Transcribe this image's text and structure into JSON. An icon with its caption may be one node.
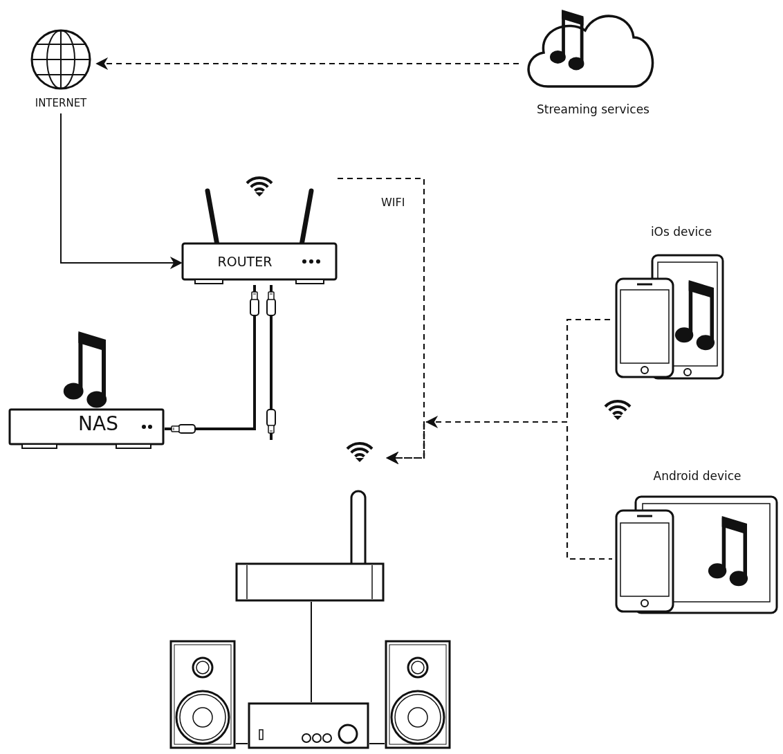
{
  "diagram": {
    "nodes": [
      {
        "text": [
          "INTERNET"
        ]
      },
      {
        "text": [
          "Streaming services"
        ]
      },
      {
        "text": [
          "ROUTER"
        ]
      },
      {
        "text": [
          "NAS"
        ]
      },
      {
        "text": [
          "iOs device"
        ]
      },
      {
        "text": [
          "Android device"
        ]
      },
      {
        "text": [],
        "shape": "box"
      },
      {
        "text": [],
        "shape": "box"
      },
      {
        "text": [],
        "shape": "box"
      },
      {
        "text": [],
        "shape": "box"
      }
    ],
    "edges": [
      {
        "from": 1,
        "to": 0,
        "arrow": "to",
        "style": "dashed"
      },
      {
        "from": 0,
        "to": 2,
        "arrow": "to"
      },
      {
        "from": 2,
        "to": 6,
        "arrow": "to",
        "style": "dashed",
        "label": "WIFI"
      },
      {
        "from": 4,
        "to": 6,
        "arrow": "to",
        "style": "dashed"
      },
      {
        "from": 5,
        "to": 6,
        "arrow": "to",
        "style": "dashed"
      },
      {
        "from": 2,
        "to": 3,
        "arrow": "other",
        "style": "thick"
      },
      {
        "from": 2,
        "to": 6,
        "arrow": "other",
        "style": "thick"
      },
      {
        "from": 6,
        "to": 7,
        "arrow": "none"
      },
      {
        "from": 7,
        "to": 8,
        "arrow": "none"
      },
      {
        "from": 7,
        "to": 9,
        "arrow": "none"
      }
    ]
  }
}
